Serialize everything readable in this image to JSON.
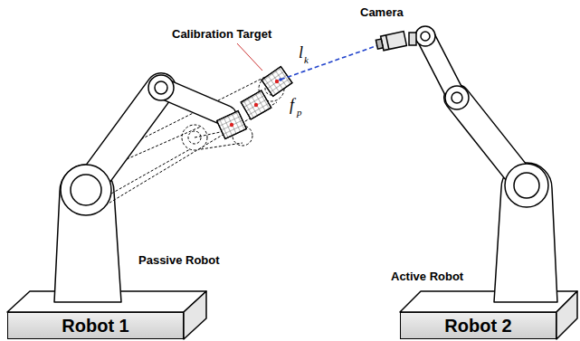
{
  "diagram": {
    "nodes": [
      {
        "text": [
          "Robot 1"
        ]
      },
      {
        "text": [
          "Robot 2"
        ]
      }
    ],
    "labels": [
      "Calibration Target",
      "Camera",
      "l",
      "k",
      "f",
      "p",
      "Passive Robot",
      "Active Robot"
    ]
  }
}
